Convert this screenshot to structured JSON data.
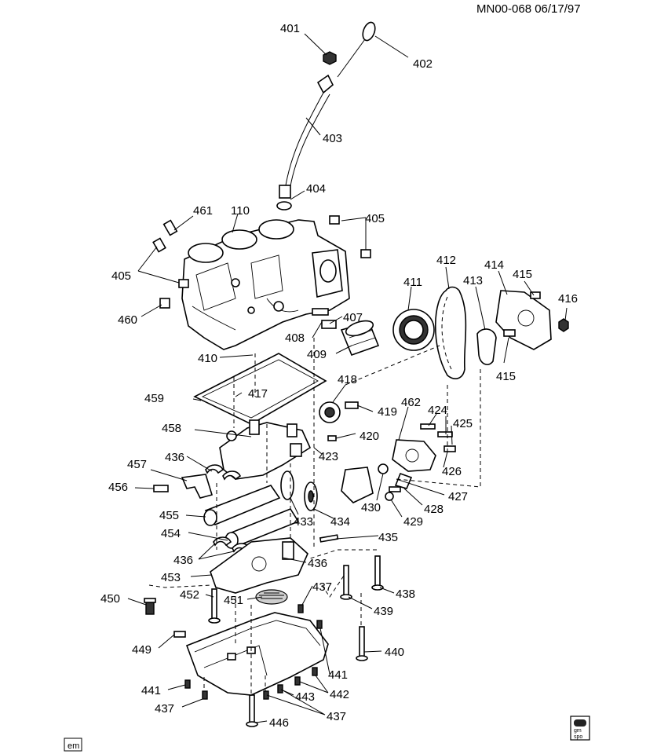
{
  "header": {
    "document_code": "MN00-068  06/17/97"
  },
  "footer": {
    "left_badge": "em",
    "right_badge_line1": "gm",
    "right_badge_line2": "spo"
  },
  "callouts": [
    {
      "id": "c401",
      "label": "401"
    },
    {
      "id": "c402",
      "label": "402"
    },
    {
      "id": "c403",
      "label": "403"
    },
    {
      "id": "c404",
      "label": "404"
    },
    {
      "id": "c405a",
      "label": "405"
    },
    {
      "id": "c461",
      "label": "461"
    },
    {
      "id": "c110",
      "label": "110"
    },
    {
      "id": "c405b",
      "label": "405"
    },
    {
      "id": "c460",
      "label": "460"
    },
    {
      "id": "c407",
      "label": "407"
    },
    {
      "id": "c408",
      "label": "408"
    },
    {
      "id": "c409",
      "label": "409"
    },
    {
      "id": "c411",
      "label": "411"
    },
    {
      "id": "c412",
      "label": "412"
    },
    {
      "id": "c413",
      "label": "413"
    },
    {
      "id": "c414",
      "label": "414"
    },
    {
      "id": "c415a",
      "label": "415"
    },
    {
      "id": "c416",
      "label": "416"
    },
    {
      "id": "c415b",
      "label": "415"
    },
    {
      "id": "c410",
      "label": "410"
    },
    {
      "id": "c417",
      "label": "417"
    },
    {
      "id": "c459",
      "label": "459"
    },
    {
      "id": "c418",
      "label": "418"
    },
    {
      "id": "c419",
      "label": "419"
    },
    {
      "id": "c462",
      "label": "462"
    },
    {
      "id": "c424",
      "label": "424"
    },
    {
      "id": "c425",
      "label": "425"
    },
    {
      "id": "c458",
      "label": "458"
    },
    {
      "id": "c420",
      "label": "420"
    },
    {
      "id": "c436a",
      "label": "436"
    },
    {
      "id": "c423",
      "label": "423"
    },
    {
      "id": "c426",
      "label": "426"
    },
    {
      "id": "c457",
      "label": "457"
    },
    {
      "id": "c427",
      "label": "427"
    },
    {
      "id": "c456",
      "label": "456"
    },
    {
      "id": "c430",
      "label": "430"
    },
    {
      "id": "c428",
      "label": "428"
    },
    {
      "id": "c429",
      "label": "429"
    },
    {
      "id": "c455",
      "label": "455"
    },
    {
      "id": "c433",
      "label": "433"
    },
    {
      "id": "c434",
      "label": "434"
    },
    {
      "id": "c454",
      "label": "454"
    },
    {
      "id": "c435",
      "label": "435"
    },
    {
      "id": "c436b",
      "label": "436"
    },
    {
      "id": "c436c",
      "label": "436"
    },
    {
      "id": "c453",
      "label": "453"
    },
    {
      "id": "c437a",
      "label": "437"
    },
    {
      "id": "c438",
      "label": "438"
    },
    {
      "id": "c450",
      "label": "450"
    },
    {
      "id": "c452",
      "label": "452"
    },
    {
      "id": "c451",
      "label": "451"
    },
    {
      "id": "c439",
      "label": "439"
    },
    {
      "id": "c440",
      "label": "440"
    },
    {
      "id": "c449",
      "label": "449"
    },
    {
      "id": "c441a",
      "label": "441"
    },
    {
      "id": "c441b",
      "label": "441"
    },
    {
      "id": "c442",
      "label": "442"
    },
    {
      "id": "c443",
      "label": "443"
    },
    {
      "id": "c437b",
      "label": "437"
    },
    {
      "id": "c437c",
      "label": "437"
    },
    {
      "id": "c446",
      "label": "446"
    }
  ]
}
